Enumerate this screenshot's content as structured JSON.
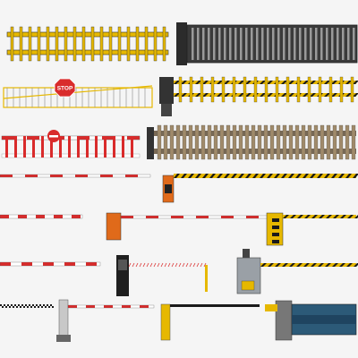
{
  "sign": {
    "stop_text": "STOP"
  },
  "colors": {
    "background": "#f5f5f5",
    "yellow": "#e6b800",
    "black": "#1a1a1a",
    "red": "#d92b2b",
    "white": "#ffffff",
    "gray": "#8a8a8a",
    "orange": "#e06a1a",
    "teal": "#2c5a78"
  },
  "items": [
    {
      "name": "yellow-black-fence-gate"
    },
    {
      "name": "black-panel-fence-gate"
    },
    {
      "name": "white-railing-stop-barrier"
    },
    {
      "name": "yellow-black-boom-fence-gate"
    },
    {
      "name": "red-white-stop-fence-barrier"
    },
    {
      "name": "wooden-slat-fence-gate"
    },
    {
      "name": "red-white-boom-arm-thin"
    },
    {
      "name": "orange-cabinet-yellow-black-boom"
    },
    {
      "name": "red-white-boom-arm-long"
    },
    {
      "name": "orange-cabinet-red-white-boom"
    },
    {
      "name": "yellow-black-cabinet-boom"
    },
    {
      "name": "red-white-boom-arm-short"
    },
    {
      "name": "black-cabinet-folding-boom"
    },
    {
      "name": "gray-cabinet-yellow-black-boom"
    },
    {
      "name": "checkered-boom-arm"
    },
    {
      "name": "gray-post-red-white-boom"
    },
    {
      "name": "yellow-post-black-boom"
    },
    {
      "name": "motorized-telescopic-gate"
    }
  ]
}
